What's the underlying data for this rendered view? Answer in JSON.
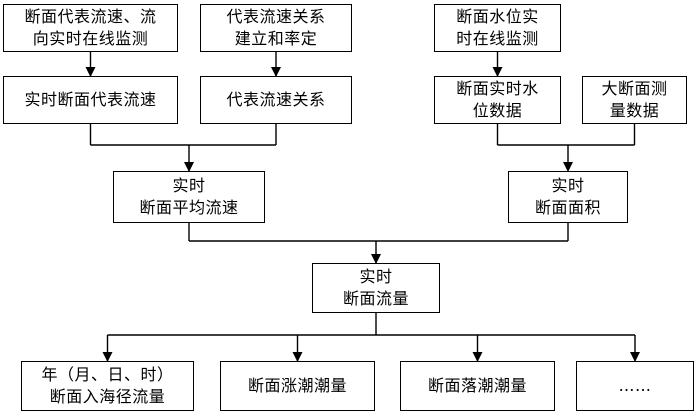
{
  "diagram": {
    "nodes": {
      "monitor_velocity": [
        "断面代表流速、流",
        "向实时在线监测"
      ],
      "establish_relation": [
        "代表流速关系",
        "建立和率定"
      ],
      "monitor_level": [
        "断面水位实",
        "时在线监测"
      ],
      "realtime_rep_velocity": [
        "实时断面代表流速"
      ],
      "rep_velocity_relation": [
        "代表流速关系"
      ],
      "realtime_level_data": [
        "断面实时水",
        "位数据"
      ],
      "survey_data": [
        "大断面测",
        "量数据"
      ],
      "mean_velocity": [
        "实时",
        "断面平均流速"
      ],
      "section_area": [
        "实时",
        "断面面积"
      ],
      "section_discharge": [
        "实时",
        "断面流量"
      ],
      "sea_inflow": [
        "年（月、日、时）",
        "断面入海径流量"
      ],
      "flood_tide": [
        "断面涨潮潮量"
      ],
      "ebb_tide": [
        "断面落潮潮量"
      ],
      "more": [
        "……"
      ]
    },
    "edges": [
      [
        "monitor_velocity",
        "realtime_rep_velocity"
      ],
      [
        "establish_relation",
        "rep_velocity_relation"
      ],
      [
        "monitor_level",
        "realtime_level_data"
      ],
      [
        "realtime_rep_velocity",
        "mean_velocity"
      ],
      [
        "rep_velocity_relation",
        "mean_velocity"
      ],
      [
        "realtime_level_data",
        "section_area"
      ],
      [
        "survey_data",
        "section_area"
      ],
      [
        "mean_velocity",
        "section_discharge"
      ],
      [
        "section_area",
        "section_discharge"
      ],
      [
        "section_discharge",
        "sea_inflow"
      ],
      [
        "section_discharge",
        "flood_tide"
      ],
      [
        "section_discharge",
        "ebb_tide"
      ],
      [
        "section_discharge",
        "more"
      ]
    ]
  }
}
